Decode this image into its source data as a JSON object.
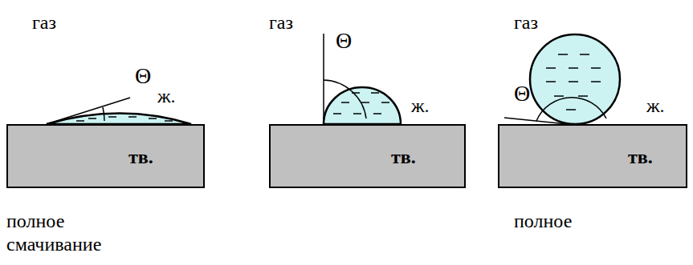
{
  "diagram": {
    "nodes": [
      {
        "text": [
          "тв."
        ]
      },
      {
        "text": [
          "тв."
        ]
      },
      {
        "text": [
          "тв."
        ]
      }
    ],
    "labels": [
      "газ",
      "Θ",
      "ж.",
      "полное смачивание",
      "газ",
      "Θ",
      "ж.",
      "газ",
      "Θ",
      "ж.",
      "полное"
    ]
  }
}
